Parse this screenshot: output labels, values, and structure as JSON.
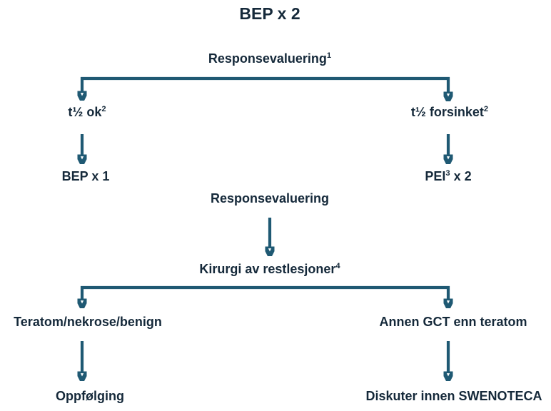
{
  "colors": {
    "text": "#15293A",
    "arrow": "#1F5973"
  },
  "diagram": {
    "title": "BEP x 2",
    "nodes": {
      "response_eval_1": {
        "pre": "Responsevaluering",
        "sup": "1",
        "post": ""
      },
      "t_half_ok": {
        "pre": "t½ ok",
        "sup": "2",
        "post": ""
      },
      "t_half_delayed": {
        "pre": "t½ forsinket",
        "sup": "2",
        "post": ""
      },
      "bep_x1": {
        "pre": "BEP x 1",
        "sup": "",
        "post": ""
      },
      "pei_x2": {
        "pre": "PEI",
        "sup": "3",
        "post": " x 2"
      },
      "response_eval_2": {
        "pre": "Responsevaluering",
        "sup": "",
        "post": ""
      },
      "surgery": {
        "pre": "Kirurgi av restlesjoner",
        "sup": "4",
        "post": ""
      },
      "teratom": {
        "pre": "Teratom/nekrose/benign",
        "sup": "",
        "post": ""
      },
      "annen_gct": {
        "pre": "Annen GCT enn teratom",
        "sup": "",
        "post": ""
      },
      "oppfolging": {
        "pre": "Oppfølging",
        "sup": "",
        "post": ""
      },
      "diskuter": {
        "pre": "Diskuter innen SWENOTECA",
        "sup": "",
        "post": ""
      }
    }
  }
}
